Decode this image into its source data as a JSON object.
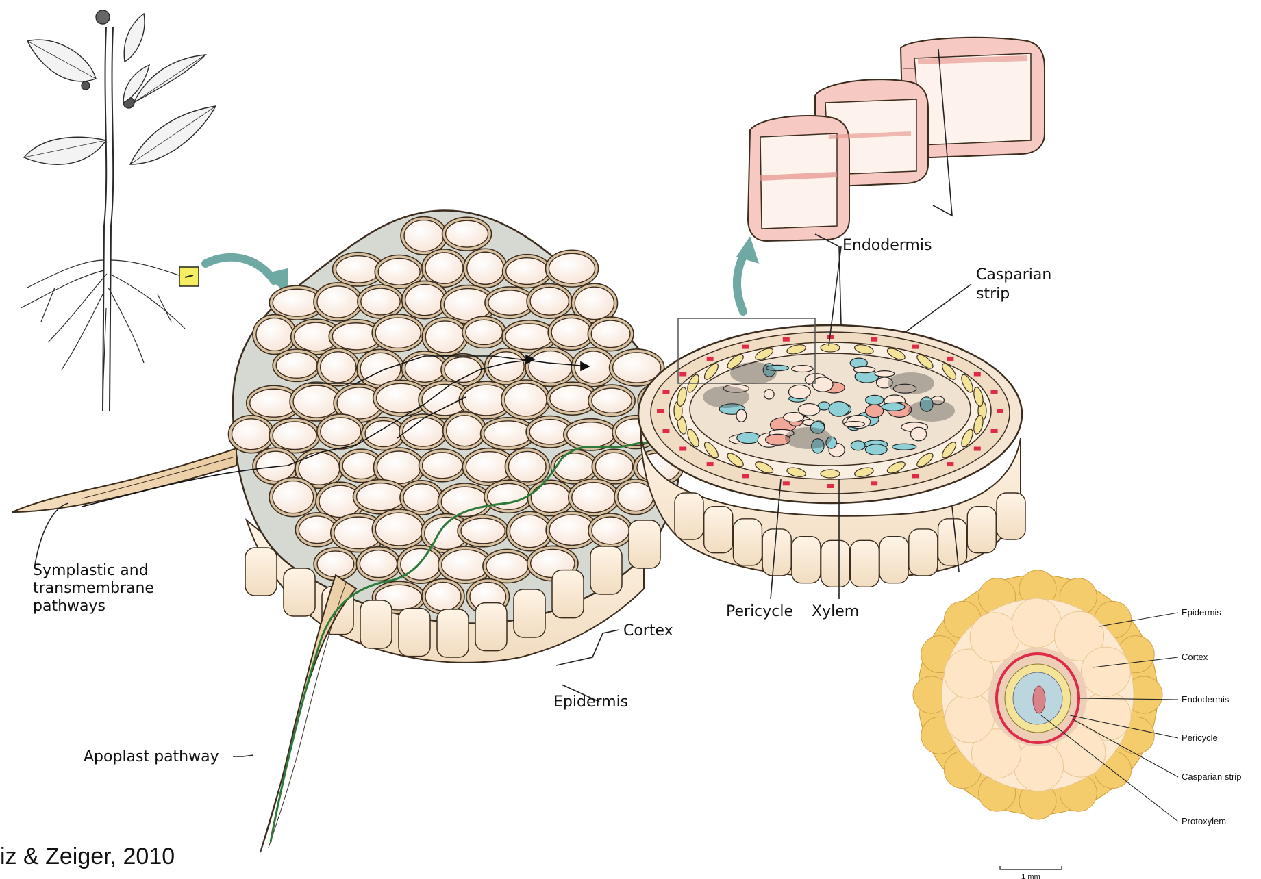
{
  "labels": {
    "endodermis_top": "Endodermis",
    "casparian_top_line1": "Casparian",
    "casparian_top_line2": "strip",
    "symplastic_line1": "Symplastic and",
    "symplastic_line2": "transmembrane",
    "symplastic_line3": "pathways",
    "cortex": "Cortex",
    "epidermis": "Epidermis",
    "apoplast": "Apoplast pathway",
    "pericycle": "Pericycle",
    "xylem": "Xylem"
  },
  "inset_labels": {
    "epidermis": "Epidermis",
    "cortex": "Cortex",
    "endodermis": "Endodermis",
    "pericycle": "Pericycle",
    "casparian": "Casparian strip",
    "protoxylem": "Protoxylem",
    "scale": "1 mm"
  },
  "credit": "iz & Zeiger, 2010",
  "colors": {
    "cell_fill": "#fbe8da",
    "cell_wall": "#d8c2a2",
    "outline": "#3b2c1e",
    "apoplast_space": "#d5d9d1",
    "pathway": "#2d7a3a",
    "casparian": "#e02a4a",
    "xylem_cell": "#8fd0d6",
    "phloem_cell": "#f2a899",
    "pericycle_yellow": "#f3e49a",
    "epidermis_inset": "#f4cc6c",
    "arrow_teal": "#6fa9a4",
    "box_yellow": "#f6ee61"
  }
}
